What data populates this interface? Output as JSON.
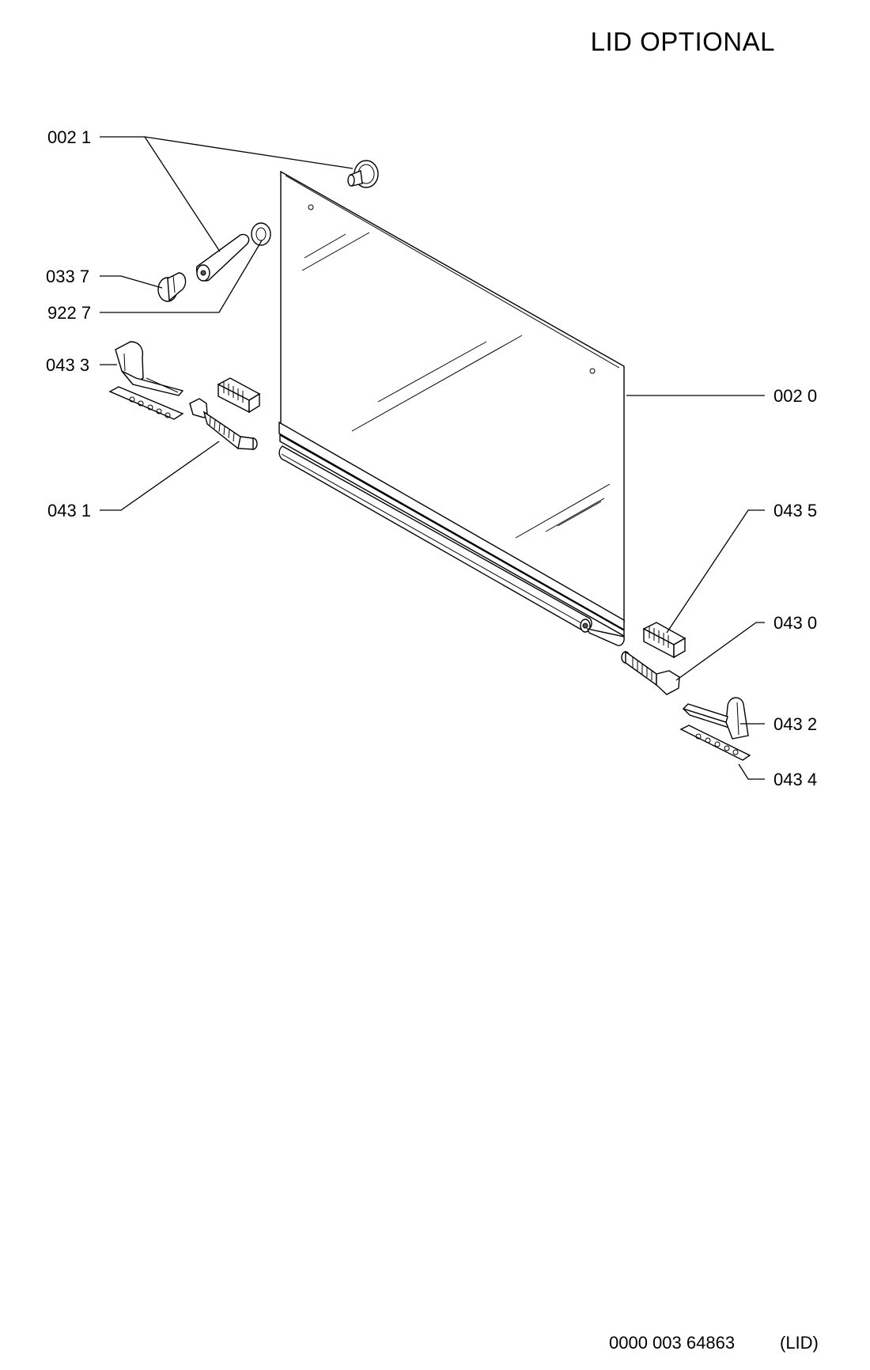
{
  "title": "LID OPTIONAL",
  "labels": {
    "l0021": "002 1",
    "l0337": "033 7",
    "l9227": "922 7",
    "l0433": "043 3",
    "l0431": "043 1",
    "l0020": "002 0",
    "l0435": "043 5",
    "l0430": "043 0",
    "l0432": "043 2",
    "l0434": "043 4"
  },
  "footer": {
    "code": "0000 003 64863",
    "tag": "(LID)"
  }
}
